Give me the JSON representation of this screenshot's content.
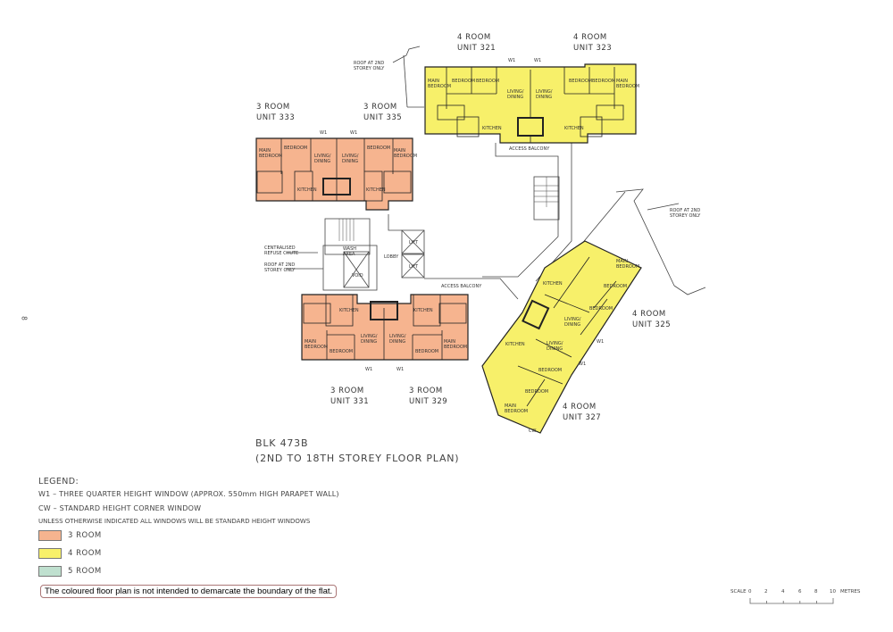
{
  "page_number": "8",
  "block": {
    "title": "BLK 473B",
    "subtitle": "(2ND TO 18TH STOREY FLOOR PLAN)"
  },
  "units": [
    {
      "type": "4 ROOM",
      "unit": "UNIT 321",
      "color": "#f7f06a"
    },
    {
      "type": "4 ROOM",
      "unit": "UNIT 323",
      "color": "#f7f06a"
    },
    {
      "type": "3 ROOM",
      "unit": "UNIT 333",
      "color": "#f6b48f"
    },
    {
      "type": "3 ROOM",
      "unit": "UNIT 335",
      "color": "#f6b48f"
    },
    {
      "type": "3 ROOM",
      "unit": "UNIT 331",
      "color": "#f6b48f"
    },
    {
      "type": "3 ROOM",
      "unit": "UNIT 329",
      "color": "#f6b48f"
    },
    {
      "type": "4 ROOM",
      "unit": "UNIT 325",
      "color": "#f7f06a"
    },
    {
      "type": "4 ROOM",
      "unit": "UNIT 327",
      "color": "#f7f06a"
    }
  ],
  "rooms": {
    "main_bedroom": "MAIN BEDROOM",
    "bedroom": "BEDROOM",
    "living_dining": "LIVING/ DINING",
    "kitchen": "KITCHEN",
    "w1": "W1",
    "cw": "CW"
  },
  "annotations": {
    "roof_2nd": "ROOF AT 2ND STOREY ONLY",
    "refuse_chute": "CENTRALISED REFUSE CHUTE",
    "lobby": "LOBBY",
    "access_balcony": "ACCESS BALCONY",
    "lift": "LIFT",
    "void": "VOID",
    "wash_area": "WASH AREA"
  },
  "legend": {
    "heading": "LEGEND:",
    "w1": "W1 – THREE QUARTER HEIGHT WINDOW (APPROX. 550mm HIGH PARAPET WALL)",
    "cw": "CW – STANDARD HEIGHT CORNER WINDOW",
    "note": "UNLESS OTHERWISE INDICATED ALL WINDOWS WILL BE STANDARD HEIGHT WINDOWS",
    "items": [
      {
        "label": "3 ROOM",
        "color": "#f6b48f"
      },
      {
        "label": "4 ROOM",
        "color": "#f7f06a"
      },
      {
        "label": "5 ROOM",
        "color": "#bfe0cf"
      }
    ]
  },
  "disclaimer": "The coloured floor plan is not intended to demarcate the boundary of the flat.",
  "scale": {
    "label": "SCALE",
    "ticks": [
      "0",
      "2",
      "4",
      "6",
      "8",
      "10"
    ],
    "unit": "METRES"
  }
}
